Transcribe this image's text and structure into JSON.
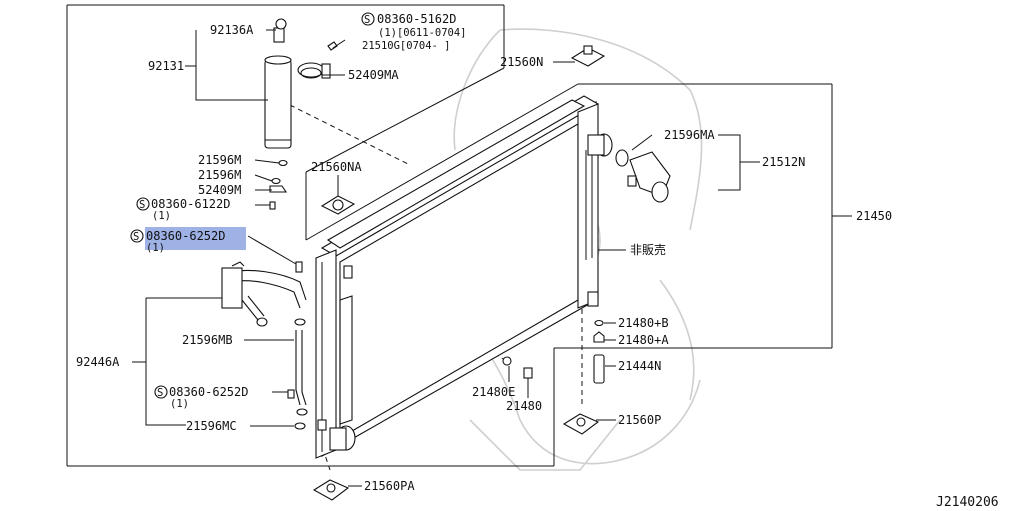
{
  "diagram": {
    "footer_code": "J2140206",
    "highlighted_part": "08360-6252D",
    "labels": {
      "p92136A": "92136A",
      "p92131": "92131",
      "p08360_5162D": "08360-5162D",
      "p08360_5162D_note": "(1)[0611-0704]",
      "p21510G": "21510G[0704-   ]",
      "p52409MA": "52409MA",
      "p21560N": "21560N",
      "p21596M_a": "21596M",
      "p21596M_b": "21596M",
      "p21560NA": "21560NA",
      "p52409M": "52409M",
      "p08360_6122D": "08360-6122D",
      "p08360_6122D_qty": "(1)",
      "p08360_6252D": "08360-6252D",
      "p08360_6252D_qty": "(1)",
      "p21596MA": "21596MA",
      "p21512N": "21512N",
      "p21450": "21450",
      "not_for_sale": "非販売",
      "p92446A": "92446A",
      "p21596MB": "21596MB",
      "p21480B": "21480+B",
      "p21480A": "21480+A",
      "p21444N": "21444N",
      "p08360_6252D_2": "08360-6252D",
      "p08360_6252D_2_qty": "(1)",
      "p21480E": "21480E",
      "p21480": "21480",
      "p21560P": "21560P",
      "p21596MC": "21596MC",
      "p21560PA": "21560PA"
    },
    "symbols": {
      "screw_mark": "S"
    }
  }
}
